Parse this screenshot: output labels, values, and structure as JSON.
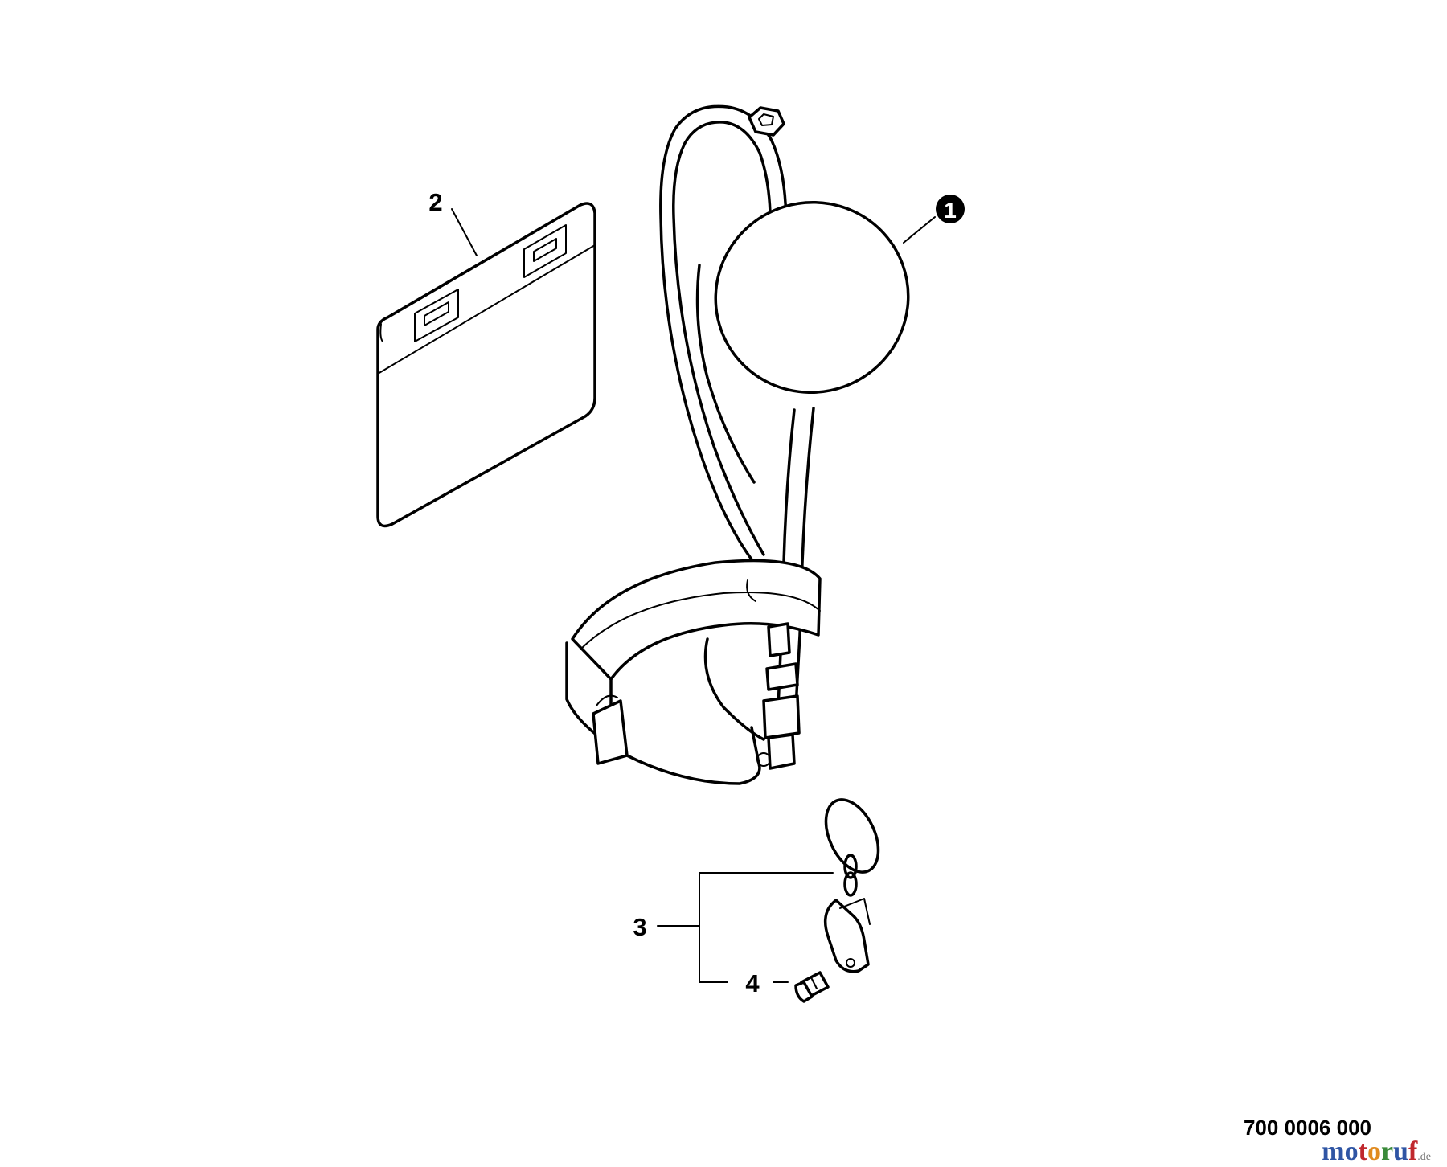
{
  "diagram": {
    "callouts": {
      "c1": "1",
      "c2": "2",
      "c3": "3",
      "c4": "4"
    }
  },
  "footer": {
    "doc_number": "700 0006 000",
    "watermark": {
      "parts": [
        {
          "ch": "m",
          "color": "#2f55a4"
        },
        {
          "ch": "o",
          "color": "#2f55a4"
        },
        {
          "ch": "t",
          "color": "#c0282d"
        },
        {
          "ch": "o",
          "color": "#e08a1e"
        },
        {
          "ch": "r",
          "color": "#3a8a3a"
        },
        {
          "ch": "u",
          "color": "#2f55a4"
        },
        {
          "ch": "f",
          "color": "#c0282d"
        }
      ],
      "tld": ".de"
    }
  }
}
